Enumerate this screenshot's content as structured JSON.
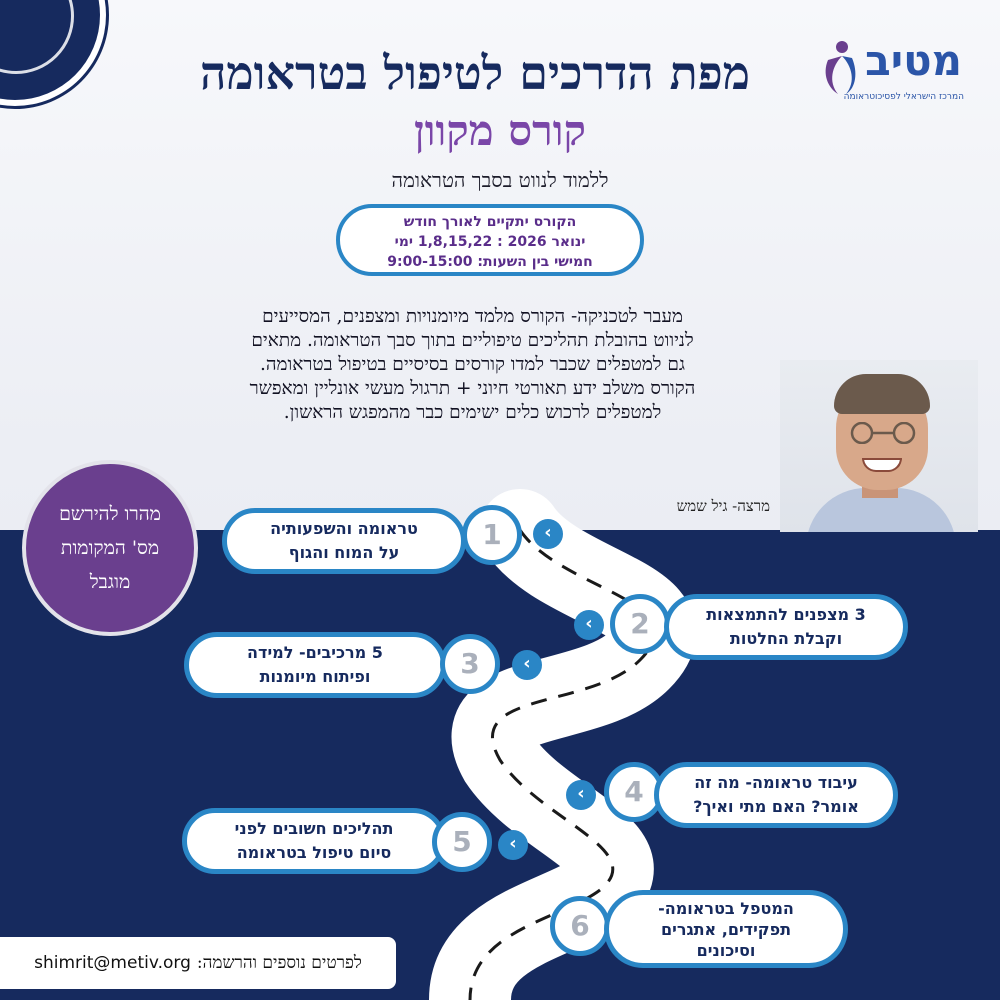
{
  "brand": {
    "name": "מטיב",
    "subtitle": "המרכז הישראלי לפסיכוטראומה",
    "colors": {
      "navy": "#162a5e",
      "purple": "#7a46a8",
      "blue": "#2a86c6"
    }
  },
  "header": {
    "title": "מפת הדרכים לטיפול בטראומה",
    "subtitle": "קורס מקוון",
    "tagline": "ללמוד לנווט בסבך הטראומה"
  },
  "schedule": {
    "line1": "הקורס יתקיים לאורך חודש",
    "line2": "ינואר 2026 : 1,8,15,22 ימי",
    "line3": "חמישי בין השעות: 9:00-15:00"
  },
  "description": [
    "מעבר לטכניקה- הקורס מלמד מיומנויות ומצפנים, המסייעים",
    "לניווט בהובלת תהליכים טיפוליים בתוך סבך הטראומה. מתאים",
    "גם למטפלים שכבר למדו קורסים בסיסיים בטיפול בטראומה.",
    "הקורס משלב ידע תאורטי חיוני + תרגול מעשי אונליין ומאפשר",
    "למטפלים לרכוש כלים ישימים כבר מהמפגש הראשון."
  ],
  "lecturer": {
    "label": "מרצה- גיל שמש"
  },
  "badge": {
    "line1": "מהרו להירשם",
    "line2": "מס' המקומות",
    "line3": "מוגבל"
  },
  "steps": [
    {
      "number": "1",
      "line1": "טראומה והשפעותיה",
      "line2": "על המוח והגוף"
    },
    {
      "number": "2",
      "line1": "3 מצפנים להתמצאות",
      "line2": "וקבלת החלטות"
    },
    {
      "number": "3",
      "line1": "5 מרכיבים- למידה",
      "line2": "ופיתוח מיומנות"
    },
    {
      "number": "4",
      "line1": "עיבוד טראומה- מה זה",
      "line2": "אומר? האם מתי ואיך?"
    },
    {
      "number": "5",
      "line1": "תהליכים חשובים לפני",
      "line2": "סיום טיפול בטראומה"
    },
    {
      "number": "6",
      "line1": "המטפל בטראומה-",
      "line2": "תפקידים, אתגרים",
      "line3": "וסיכונים"
    }
  ],
  "icons": {
    "chevron": "chevron-left-icon"
  },
  "contact": {
    "label": "לפרטים נוספים והרשמה:",
    "email": "shimrit@metiv.org"
  }
}
